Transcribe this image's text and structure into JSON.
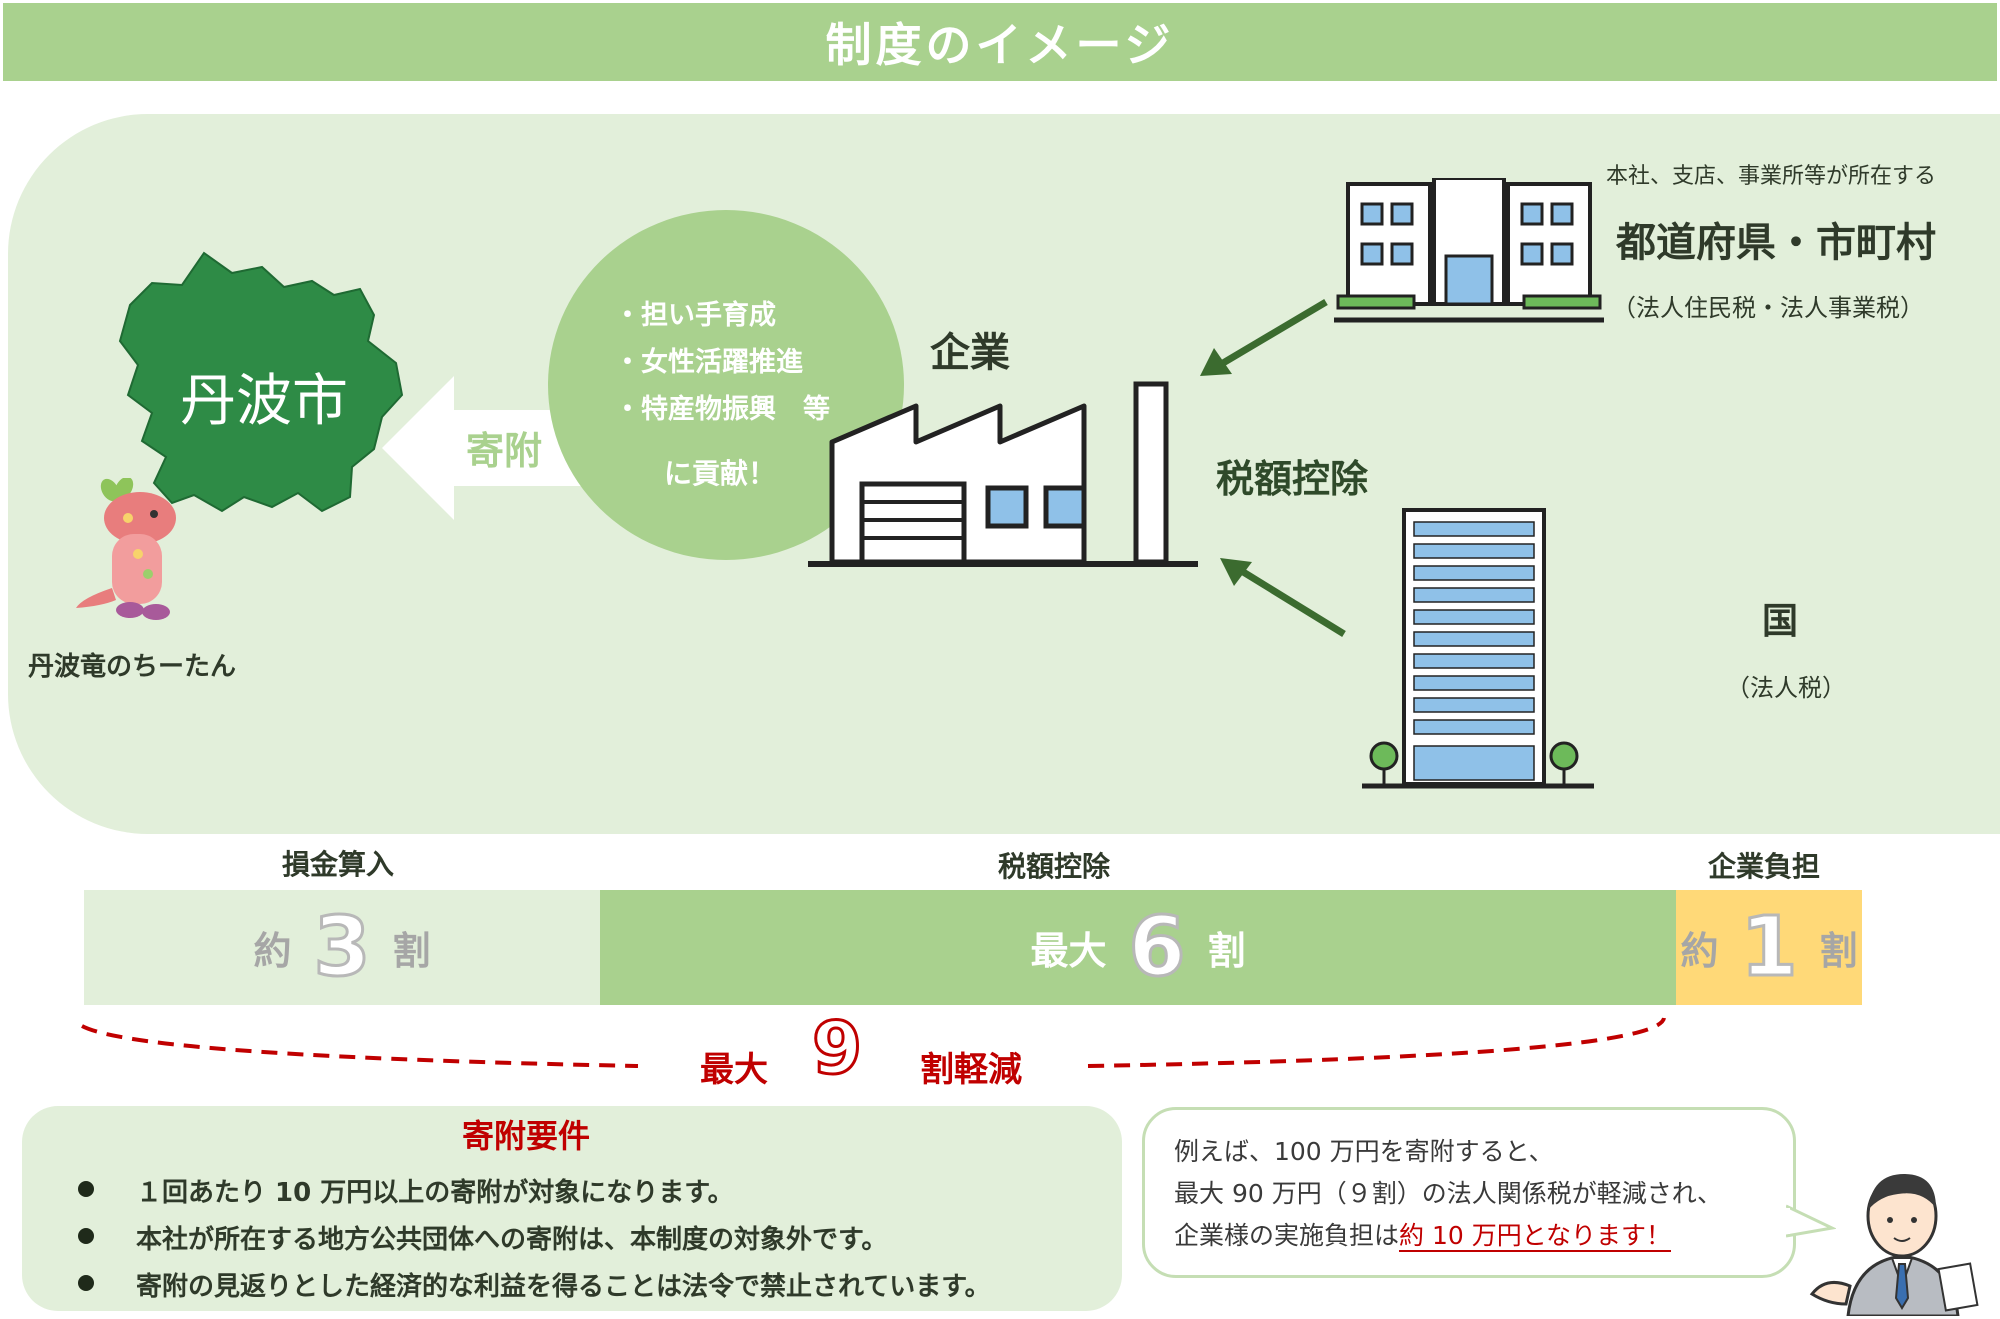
{
  "header": {
    "title": "制度のイメージ"
  },
  "diagram": {
    "city_label": "丹波市",
    "mascot_caption": "丹波竜のちーたん",
    "donation_label": "寄附",
    "contribution": {
      "items": [
        "・担い手育成",
        "・女性活躍推進",
        "・特産物振興　等"
      ],
      "closing": "に貢献！"
    },
    "company_label": "企業",
    "tax_credit_label": "税額控除",
    "prefecture": {
      "caption": "本社、支店、事業所等が所在する",
      "name": "都道府県・市町村",
      "taxes": "（法人住民税・法人事業税）"
    },
    "nation": {
      "name": "国",
      "taxes": "（法人税）"
    }
  },
  "ratio_bar": {
    "segments": [
      {
        "header": "損金算入",
        "prefix": "約",
        "number": "3",
        "suffix": "割",
        "color": "#e2efda",
        "share": 0.3
      },
      {
        "header": "税額控除",
        "prefix": "最大",
        "number": "6",
        "suffix": "割",
        "color": "#a9d18e",
        "share": 0.6
      },
      {
        "header": "企業負担",
        "prefix": "約",
        "number": "1",
        "suffix": "割",
        "color": "#ffd978",
        "share": 0.1
      }
    ],
    "total": {
      "prefix": "最大",
      "number": "9",
      "suffix": "割軽減",
      "color": "#c00000"
    }
  },
  "requirements": {
    "title": "寄附要件",
    "items": [
      "１回あたり 10 万円以上の寄附が対象になります。",
      "本社が所在する地方公共団体への寄附は、本制度の対象外です。",
      "寄附の見返りとした経済的な利益を得ることは法令で禁止されています。"
    ]
  },
  "example": {
    "line1": "例えば、100 万円を寄附すると、",
    "line2": "最大 90 万円（９割）の法人関係税が軽減され、",
    "line3_prefix": "企業様の実施負担は",
    "line3_emphasis": "約 10 万円となります！"
  },
  "colors": {
    "header_green": "#a9d18e",
    "panel_green": "#e2efda",
    "city_green": "#2e8b46",
    "arrow_dark": "#3b6b2f",
    "highlight_red": "#c00000",
    "burden_yellow": "#ffd978"
  }
}
